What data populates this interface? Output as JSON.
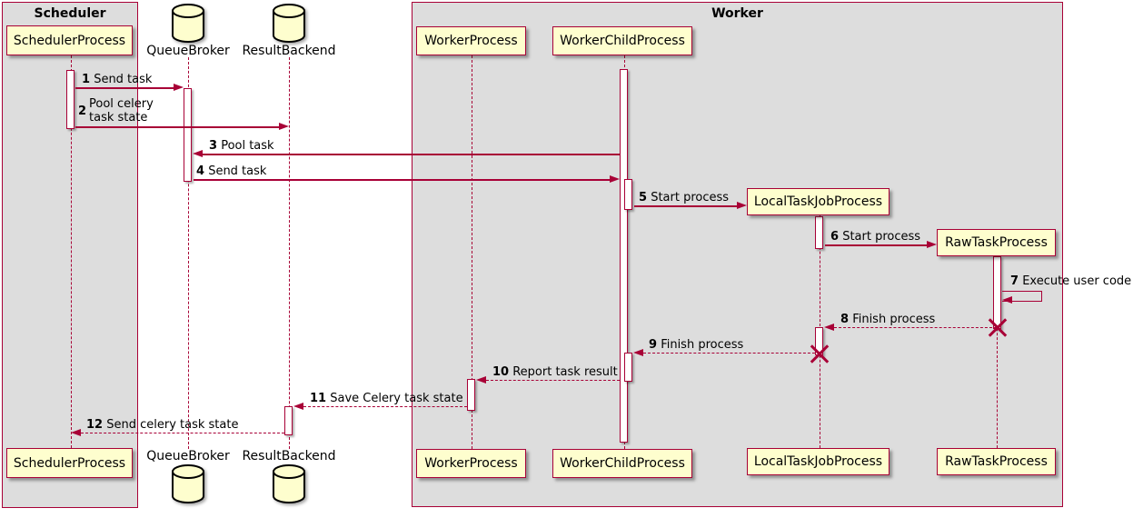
{
  "colors": {
    "accent": "#A80036",
    "participant_fill": "#FEFECE",
    "frame_fill": "#DDDDDD",
    "activation_fill": "#FFFFFF"
  },
  "frames": {
    "scheduler": "Scheduler",
    "worker": "Worker"
  },
  "participants": {
    "scheduler_process": "SchedulerProcess",
    "queue_broker": "QueueBroker",
    "result_backend": "ResultBackend",
    "worker_process": "WorkerProcess",
    "worker_child_process": "WorkerChildProcess",
    "local_task_job_process": "LocalTaskJobProcess",
    "raw_task_process": "RawTaskProcess"
  },
  "messages": [
    {
      "num": "1",
      "text": "Send task"
    },
    {
      "num": "2",
      "line1": "Pool celery",
      "line2": "task state"
    },
    {
      "num": "3",
      "text": "Pool task"
    },
    {
      "num": "4",
      "text": "Send task"
    },
    {
      "num": "5",
      "text": "Start process"
    },
    {
      "num": "6",
      "text": "Start process"
    },
    {
      "num": "7",
      "text": "Execute user code"
    },
    {
      "num": "8",
      "text": "Finish process"
    },
    {
      "num": "9",
      "text": "Finish process"
    },
    {
      "num": "10",
      "text": "Report task result"
    },
    {
      "num": "11",
      "text": "Save Celery task state"
    },
    {
      "num": "12",
      "text": "Send celery task state"
    }
  ]
}
